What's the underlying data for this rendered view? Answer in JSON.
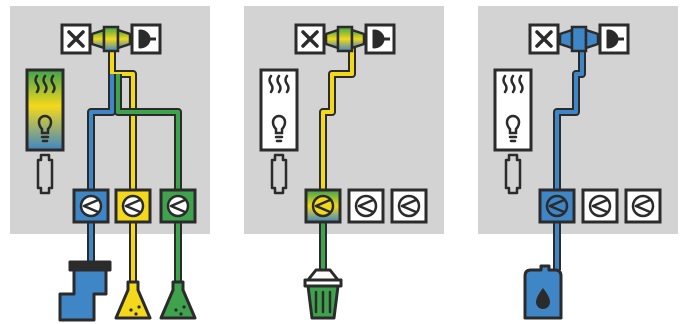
{
  "colors": {
    "background": "#ffffff",
    "panel": "#d3d3d3",
    "stroke": "#2b2b2b",
    "blue": "#3f86c6",
    "yellow": "#f4d81a",
    "green": "#3fa34d",
    "white": "#ffffff"
  },
  "panels": [
    {
      "id": "panel-1",
      "hub_colors": [
        "green",
        "yellow",
        "blue"
      ],
      "lamp_fill": "gradient",
      "pumps": [
        {
          "color": "blue",
          "active": true
        },
        {
          "color": "yellow",
          "active": true
        },
        {
          "color": "green",
          "active": true
        }
      ],
      "outputs": [
        "faucet",
        "yellow-flask",
        "green-flask"
      ]
    },
    {
      "id": "panel-2",
      "hub_colors": [
        "green",
        "yellow",
        "blue"
      ],
      "lamp_fill": "white",
      "pumps": [
        {
          "color": "gradient",
          "active": true
        },
        {
          "color": "white",
          "active": false
        },
        {
          "color": "white",
          "active": false
        }
      ],
      "outputs": [
        "waste-bin"
      ]
    },
    {
      "id": "panel-3",
      "hub_colors": [
        "blue"
      ],
      "lamp_fill": "white",
      "pumps": [
        {
          "color": "blue",
          "active": true
        },
        {
          "color": "white",
          "active": false
        },
        {
          "color": "white",
          "active": false
        }
      ],
      "outputs": [
        "water-canister"
      ]
    }
  ],
  "icons": {
    "close": "close-icon",
    "valve": "valve-icon",
    "lamp": "lamp-icon",
    "heat": "heat-waves-icon",
    "filter": "filter-cartridge-icon",
    "pump": "pump-icon",
    "faucet": "faucet-icon",
    "flask": "flask-icon",
    "bin": "waste-bin-icon",
    "canister": "water-canister-icon"
  }
}
